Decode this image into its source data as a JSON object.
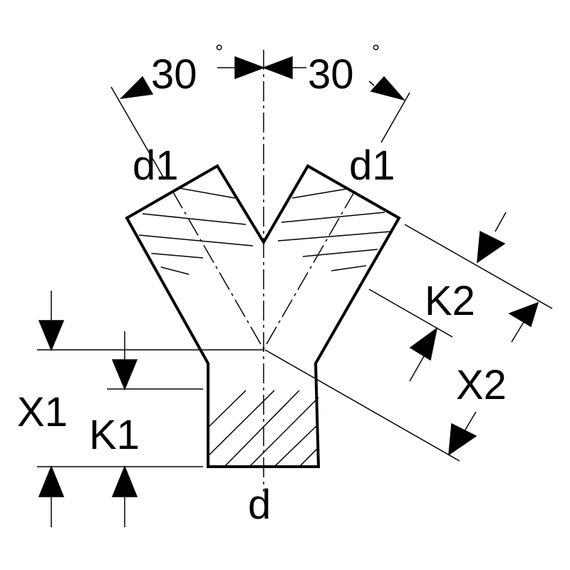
{
  "diagram": {
    "angle_left": "30",
    "angle_right": "30",
    "degree_symbol": "°",
    "branch_left_label": "d1",
    "branch_right_label": "d1",
    "base_label": "d",
    "x1_label": "X1",
    "k1_label": "K1",
    "x2_label": "X2",
    "k2_label": "K2",
    "line_color": "#000000",
    "background_color": "#ffffff"
  }
}
